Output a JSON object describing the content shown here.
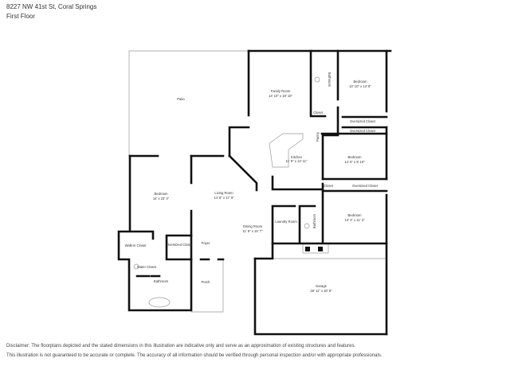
{
  "header": {
    "address": "8227 NW 41st St, Coral Springs",
    "floor": "First Floor"
  },
  "rooms": {
    "patio": {
      "name": "Patio"
    },
    "family_room": {
      "name": "Family Room",
      "dims": "14' 10\" x 18' 10\""
    },
    "bathroom_top": {
      "name": "Bathroom"
    },
    "closet_top": {
      "name": "Closet"
    },
    "bedroom_ne": {
      "name": "Bedroom",
      "dims": "10' 10\" x 14' 6\""
    },
    "oversized_closet_1": {
      "name": "Oversized Closet"
    },
    "oversized_closet_2": {
      "name": "Oversized Closet"
    },
    "pantry": {
      "name": "Pantry"
    },
    "kitchen": {
      "name": "Kitchen",
      "dims": "11' 9\" x 12' 11\""
    },
    "bedroom_e": {
      "name": "Bedroom",
      "dims": "14' 5\" x 9' 10\""
    },
    "closet_mid": {
      "name": "Closet"
    },
    "oversized_closet_3": {
      "name": "Oversized Closet"
    },
    "bedroom_w": {
      "name": "Bedroom",
      "dims": "14' x 23' 4\""
    },
    "living_room": {
      "name": "Living Room",
      "dims": "14' 8\" x 17' 9\""
    },
    "dining_room": {
      "name": "Dining Room",
      "dims": "11' 9\" x 15' 7\""
    },
    "laundry": {
      "name": "Laundry Room"
    },
    "bathroom_mid": {
      "name": "Bathroom"
    },
    "bedroom_se": {
      "name": "Bedroom",
      "dims": "14' 4\" x 11' 3\""
    },
    "walk_in_closet": {
      "name": "Walk-in Closet"
    },
    "oversized_closet_4": {
      "name": "Oversized Closet"
    },
    "foyer": {
      "name": "Foyer"
    },
    "water_closet": {
      "name": "Water Closet"
    },
    "bathroom_master": {
      "name": "Bathroom"
    },
    "porch": {
      "name": "Porch"
    },
    "garage": {
      "name": "Garage",
      "dims": "29' 11\" x 20' 8\""
    }
  },
  "disclaimer": {
    "line1": "Disclaimer: The floorplans depicted and the stated dimensions in this illustration are indicative only and serve as an approximation of existing structures and features.",
    "line2": "This illustration is not guaranteed to be accurate or complete. The accuracy of all information should be verified through personal inspection and/or with appropriate professionals."
  }
}
